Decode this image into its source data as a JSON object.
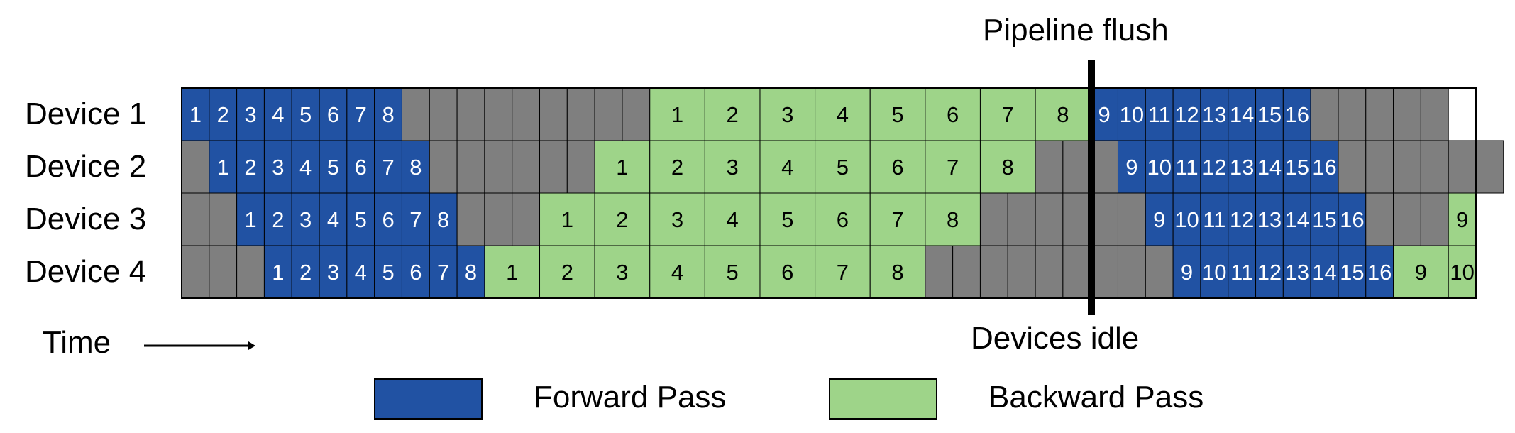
{
  "labels": {
    "top_marker": "Pipeline flush",
    "bottom_marker": "Devices idle",
    "time": "Time"
  },
  "devices": [
    "Device 1",
    "Device 2",
    "Device 3",
    "Device 4"
  ],
  "legend": {
    "forward": "Forward Pass",
    "backward": "Backward Pass"
  },
  "colors": {
    "forward": "#2152a3",
    "backward": "#9ed489",
    "idle": "#7f7f7f",
    "grid_line": "#000000"
  },
  "schedule": [
    {
      "device": "Device 1",
      "blocks": [
        {
          "type": "forward",
          "label": "1"
        },
        {
          "type": "forward",
          "label": "2"
        },
        {
          "type": "forward",
          "label": "3"
        },
        {
          "type": "forward",
          "label": "4"
        },
        {
          "type": "forward",
          "label": "5"
        },
        {
          "type": "forward",
          "label": "6"
        },
        {
          "type": "forward",
          "label": "7"
        },
        {
          "type": "forward",
          "label": "8"
        },
        {
          "type": "idle",
          "cells": 9
        },
        {
          "type": "backward",
          "label": "1"
        },
        {
          "type": "backward",
          "label": "2"
        },
        {
          "type": "backward",
          "label": "3"
        },
        {
          "type": "backward",
          "label": "4"
        },
        {
          "type": "backward",
          "label": "5"
        },
        {
          "type": "backward",
          "label": "6"
        },
        {
          "type": "backward",
          "label": "7"
        },
        {
          "type": "backward",
          "label": "8"
        },
        {
          "type": "forward",
          "label": "9"
        },
        {
          "type": "forward",
          "label": "10"
        },
        {
          "type": "forward",
          "label": "11"
        },
        {
          "type": "forward",
          "label": "12"
        },
        {
          "type": "forward",
          "label": "13"
        },
        {
          "type": "forward",
          "label": "14"
        },
        {
          "type": "forward",
          "label": "15"
        },
        {
          "type": "forward",
          "label": "16"
        },
        {
          "type": "idle",
          "cells": 5
        }
      ]
    },
    {
      "device": "Device 2",
      "blocks": [
        {
          "type": "idle",
          "cells": 1
        },
        {
          "type": "forward",
          "label": "1"
        },
        {
          "type": "forward",
          "label": "2"
        },
        {
          "type": "forward",
          "label": "3"
        },
        {
          "type": "forward",
          "label": "4"
        },
        {
          "type": "forward",
          "label": "5"
        },
        {
          "type": "forward",
          "label": "6"
        },
        {
          "type": "forward",
          "label": "7"
        },
        {
          "type": "forward",
          "label": "8"
        },
        {
          "type": "idle",
          "cells": 6
        },
        {
          "type": "backward",
          "label": "1"
        },
        {
          "type": "backward",
          "label": "2"
        },
        {
          "type": "backward",
          "label": "3"
        },
        {
          "type": "backward",
          "label": "4"
        },
        {
          "type": "backward",
          "label": "5"
        },
        {
          "type": "backward",
          "label": "6"
        },
        {
          "type": "backward",
          "label": "7"
        },
        {
          "type": "backward",
          "label": "8"
        },
        {
          "type": "idle",
          "cells": 3
        },
        {
          "type": "forward",
          "label": "9"
        },
        {
          "type": "forward",
          "label": "10"
        },
        {
          "type": "forward",
          "label": "11"
        },
        {
          "type": "forward",
          "label": "12"
        },
        {
          "type": "forward",
          "label": "13"
        },
        {
          "type": "forward",
          "label": "14"
        },
        {
          "type": "forward",
          "label": "15"
        },
        {
          "type": "forward",
          "label": "16"
        },
        {
          "type": "idle",
          "cells": 6
        }
      ]
    },
    {
      "device": "Device 3",
      "blocks": [
        {
          "type": "idle",
          "cells": 2
        },
        {
          "type": "forward",
          "label": "1"
        },
        {
          "type": "forward",
          "label": "2"
        },
        {
          "type": "forward",
          "label": "3"
        },
        {
          "type": "forward",
          "label": "4"
        },
        {
          "type": "forward",
          "label": "5"
        },
        {
          "type": "forward",
          "label": "6"
        },
        {
          "type": "forward",
          "label": "7"
        },
        {
          "type": "forward",
          "label": "8"
        },
        {
          "type": "idle",
          "cells": 3
        },
        {
          "type": "backward",
          "label": "1"
        },
        {
          "type": "backward",
          "label": "2"
        },
        {
          "type": "backward",
          "label": "3"
        },
        {
          "type": "backward",
          "label": "4"
        },
        {
          "type": "backward",
          "label": "5"
        },
        {
          "type": "backward",
          "label": "6"
        },
        {
          "type": "backward",
          "label": "7"
        },
        {
          "type": "backward",
          "label": "8"
        },
        {
          "type": "idle",
          "cells": 6
        },
        {
          "type": "forward",
          "label": "9"
        },
        {
          "type": "forward",
          "label": "10"
        },
        {
          "type": "forward",
          "label": "11"
        },
        {
          "type": "forward",
          "label": "12"
        },
        {
          "type": "forward",
          "label": "13"
        },
        {
          "type": "forward",
          "label": "14"
        },
        {
          "type": "forward",
          "label": "15"
        },
        {
          "type": "forward",
          "label": "16"
        },
        {
          "type": "idle",
          "cells": 3
        },
        {
          "type": "backward",
          "label": "9",
          "cells": 1
        }
      ]
    },
    {
      "device": "Device 4",
      "blocks": [
        {
          "type": "idle",
          "cells": 3
        },
        {
          "type": "forward",
          "label": "1"
        },
        {
          "type": "forward",
          "label": "2"
        },
        {
          "type": "forward",
          "label": "3"
        },
        {
          "type": "forward",
          "label": "4"
        },
        {
          "type": "forward",
          "label": "5"
        },
        {
          "type": "forward",
          "label": "6"
        },
        {
          "type": "forward",
          "label": "7"
        },
        {
          "type": "forward",
          "label": "8"
        },
        {
          "type": "backward",
          "label": "1"
        },
        {
          "type": "backward",
          "label": "2"
        },
        {
          "type": "backward",
          "label": "3"
        },
        {
          "type": "backward",
          "label": "4"
        },
        {
          "type": "backward",
          "label": "5"
        },
        {
          "type": "backward",
          "label": "6"
        },
        {
          "type": "backward",
          "label": "7"
        },
        {
          "type": "backward",
          "label": "8"
        },
        {
          "type": "idle",
          "cells": 9
        },
        {
          "type": "forward",
          "label": "9"
        },
        {
          "type": "forward",
          "label": "10"
        },
        {
          "type": "forward",
          "label": "11"
        },
        {
          "type": "forward",
          "label": "12"
        },
        {
          "type": "forward",
          "label": "13"
        },
        {
          "type": "forward",
          "label": "14"
        },
        {
          "type": "forward",
          "label": "15"
        },
        {
          "type": "forward",
          "label": "16"
        },
        {
          "type": "backward",
          "label": "9"
        },
        {
          "type": "backward",
          "label": "10",
          "cells": 1
        }
      ]
    }
  ]
}
